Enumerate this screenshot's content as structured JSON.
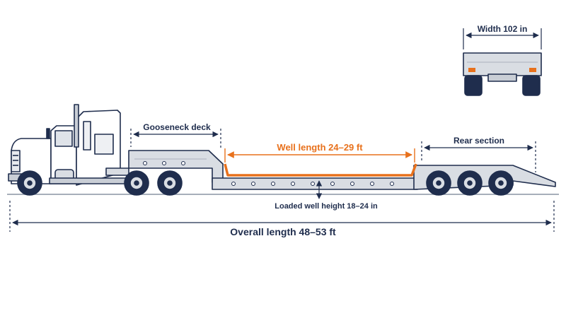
{
  "labels": {
    "width": "Width 102 in",
    "gooseneck": "Gooseneck deck",
    "well_length": "Well length 24–29 ft",
    "rear_section": "Rear section",
    "loaded_well_height": "Loaded well height 18–24 in",
    "overall_length": "Overall length 48–53 ft"
  },
  "colors": {
    "outline": "#1f2d4d",
    "trailer_fill": "#d9dde3",
    "well_highlight": "#e8711c",
    "ground": "#8a93a3"
  }
}
